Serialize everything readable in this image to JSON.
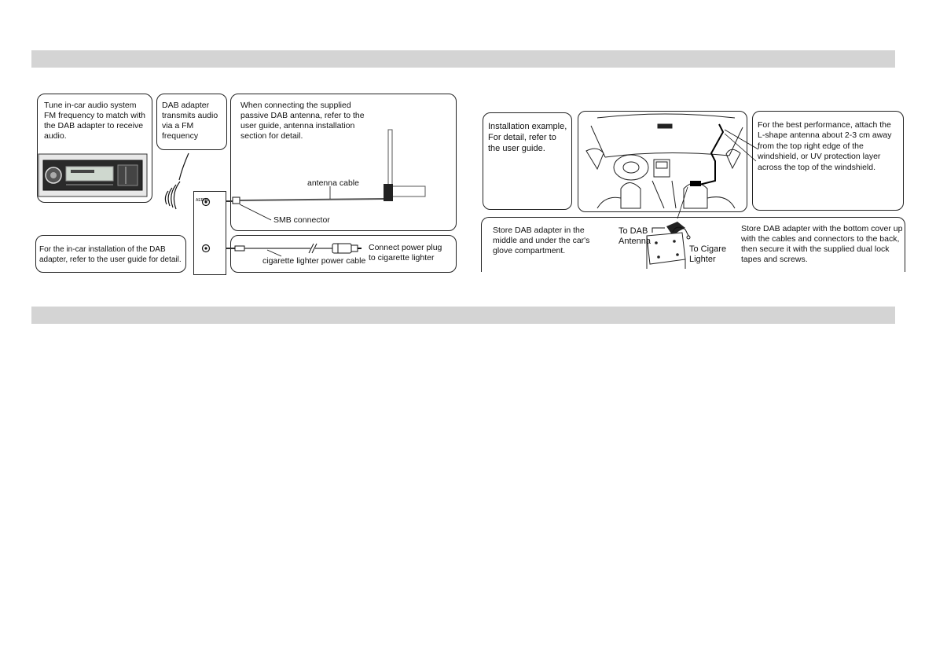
{
  "left_panel": {
    "tune_note": "Tune in-car audio system FM frequency to match with the DAB adapter to receive audio.",
    "transmit_note": "DAB adapter transmits audio via a FM frequency",
    "antenna_note": "When connecting the supplied passive DAB antenna, refer to the user guide, antenna installation section for detail.",
    "install_note": "For the in-car installation of the DAB adapter, refer to the user guide for detail.",
    "power_note": "Connect power plug to cigarette lighter",
    "antenna_cable_label": "antenna cable",
    "smb_label": "SMB connector",
    "power_cable_label": "cigarette lighter power cable",
    "aerial_label": "AERIAL"
  },
  "right_panel": {
    "example_note": "Installation example, For detail, refer to the user guide.",
    "performance_note": "For the best performance, attach the L-shape antenna about 2-3 cm away from the top right edge of the windshield, or UV protection layer across the top of the windshield.",
    "store_note": "Store DAB adapter in the middle and under the car's glove compartment.",
    "to_dab_label": "To DAB Antenna",
    "to_cigar_label": "To Cigare Lighter",
    "store_up_note": "Store DAB adapter with the bottom cover up with the cables and connectors to the back, then secure it with the supplied dual lock tapes and screws."
  }
}
